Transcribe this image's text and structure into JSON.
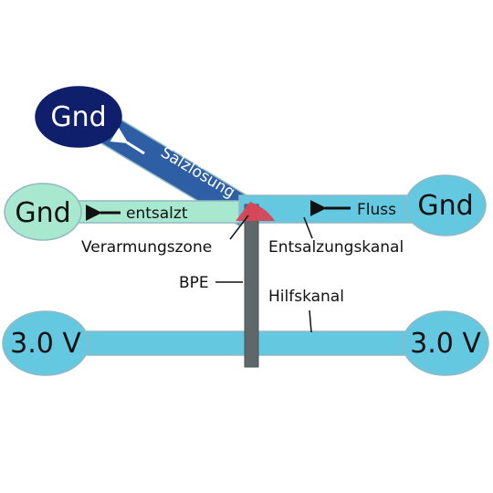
{
  "nodes": {
    "gnd_top": "Gnd",
    "gnd_left": "Gnd",
    "gnd_right": "Gnd",
    "voltage_left": "3.0 V",
    "voltage_right": "3.0 V"
  },
  "channel_labels": {
    "salt_solution": "Salzlösung",
    "desalted": "entsalzt",
    "flow": "Fluss"
  },
  "annotations": {
    "depletion_zone": "Verarmungszone",
    "bpe": "BPE",
    "desalination_channel": "Entsalzungskanal",
    "auxiliary_channel": "Hilfskanal"
  },
  "colors": {
    "channel_light_blue": "#64c8e0",
    "reservoir_mint": "#a8e8cf",
    "reservoir_navy": "#101f6b",
    "depletion_red": "#d94656",
    "bpe_gray": "#5f676b",
    "channel_outline": "#8fb8c3"
  }
}
